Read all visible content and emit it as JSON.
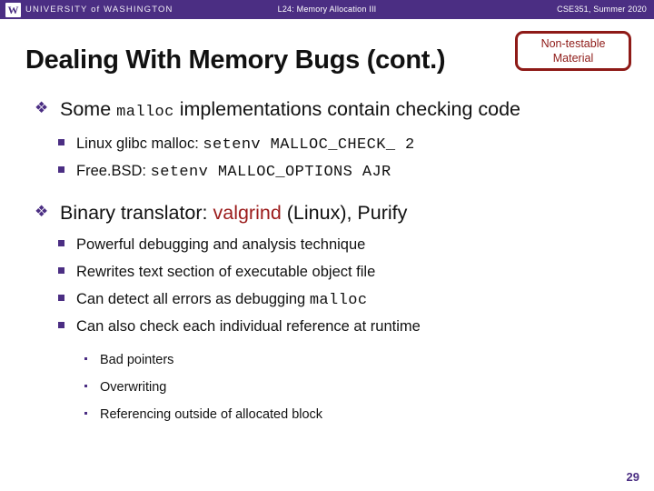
{
  "header": {
    "logo_mark": "W",
    "wordmark": "UNIVERSITY of WASHINGTON",
    "lecture_title": "L24: Memory Allocation III",
    "course": "CSE351, Summer 2020",
    "background_color": "#4b2e83"
  },
  "title": "Dealing With Memory Bugs (cont.)",
  "badge": {
    "line1": "Non-testable",
    "line2": "Material",
    "color": "#8e1a17"
  },
  "bullets": [
    {
      "bullet_glyph": "❖",
      "text_before": "Some ",
      "code": "malloc",
      "text_after": " implementations contain checking code",
      "children": [
        {
          "text_before": "Linux glibc malloc: ",
          "code": "setenv MALLOC_CHECK_ 2",
          "text_after": ""
        },
        {
          "text_before": "Free.BSD: ",
          "code": "setenv MALLOC_OPTIONS AJR",
          "text_after": ""
        }
      ]
    },
    {
      "bullet_glyph": "❖",
      "text_before": "Binary translator:  ",
      "highlight": "valgrind",
      "text_after": " (Linux), Purify",
      "children": [
        {
          "text_before": "Powerful debugging and analysis technique",
          "code": "",
          "text_after": ""
        },
        {
          "text_before": "Rewrites text section of executable object file",
          "code": "",
          "text_after": ""
        },
        {
          "text_before": "Can detect all errors as debugging ",
          "code": "malloc",
          "text_after": ""
        },
        {
          "text_before": "Can also check each individual reference at runtime",
          "code": "",
          "text_after": ""
        }
      ],
      "grandchildren": [
        {
          "text": "Bad pointers"
        },
        {
          "text": "Overwriting"
        },
        {
          "text": "Referencing outside of allocated block"
        }
      ]
    }
  ],
  "page_number": "29"
}
